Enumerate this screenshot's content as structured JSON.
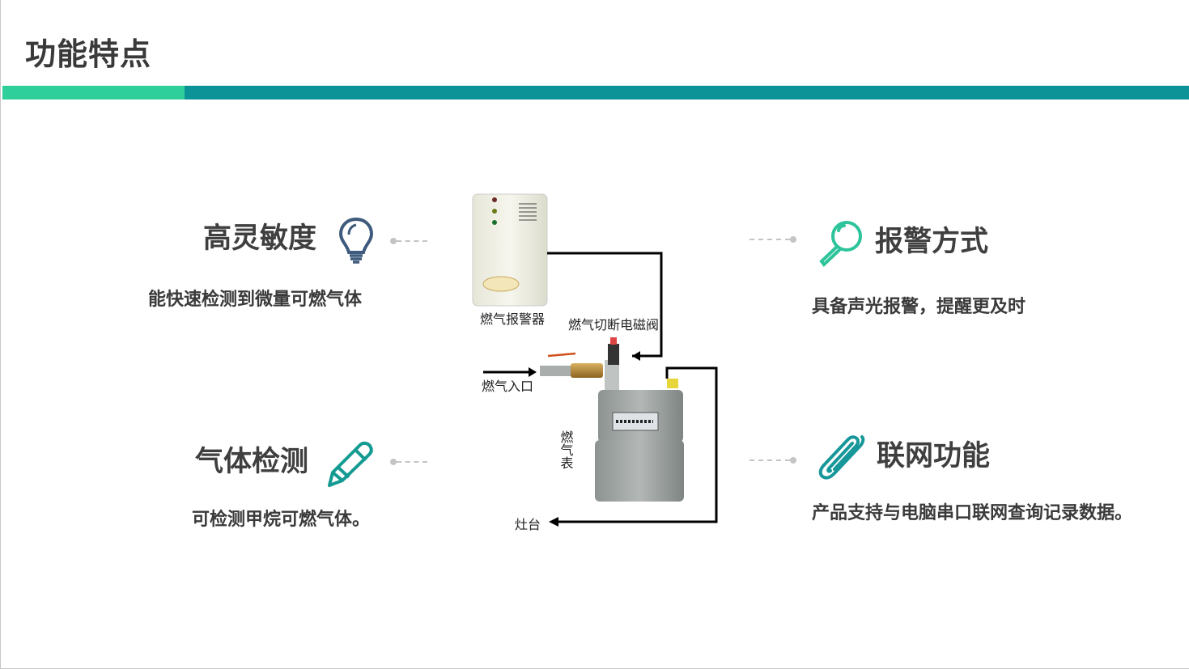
{
  "title": "功能特点",
  "colors": {
    "accent_green": "#2fcf9c",
    "accent_teal": "#0b9397",
    "bulb": "#3e5b7d",
    "magnifier": "#2ec49b",
    "pencil": "#149a92",
    "paperclip": "#17979a"
  },
  "features": [
    {
      "heading": "高灵敏度",
      "description": "能快速检测到微量可燃气体",
      "icon": "lightbulb-icon"
    },
    {
      "heading": "气体检测",
      "description": "可检测甲烷可燃气体。",
      "icon": "pencil-icon"
    },
    {
      "heading": "报警方式",
      "description": "具备声光报警，提醒更及时",
      "icon": "magnifier-icon"
    },
    {
      "heading": "联网功能",
      "description": "产品支持与电脑串口联网查询记录数据。",
      "icon": "paperclip-icon"
    }
  ],
  "diagram": {
    "alarm_label": "燃气报警器",
    "valve_label": "燃气切断电磁阀",
    "inlet_label": "燃气入口",
    "meter_label": "燃气表",
    "stove_label": "灶台"
  }
}
